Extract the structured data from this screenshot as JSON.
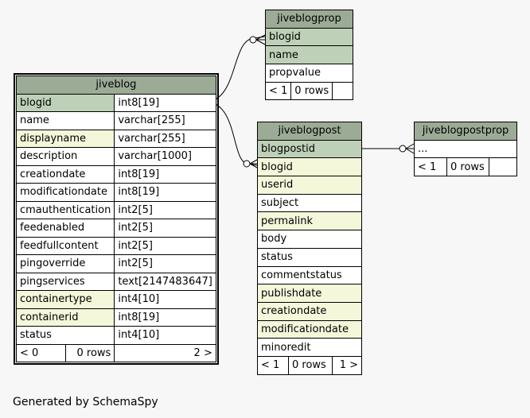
{
  "tables": {
    "jiveblog": {
      "name": "jiveblog",
      "columns": [
        {
          "name": "blogid",
          "type": "int8[19]",
          "kind": "pk"
        },
        {
          "name": "name",
          "type": "varchar[255]",
          "kind": ""
        },
        {
          "name": "displayname",
          "type": "varchar[255]",
          "kind": "fk"
        },
        {
          "name": "description",
          "type": "varchar[1000]",
          "kind": ""
        },
        {
          "name": "creationdate",
          "type": "int8[19]",
          "kind": ""
        },
        {
          "name": "modificationdate",
          "type": "int8[19]",
          "kind": ""
        },
        {
          "name": "cmauthentication",
          "type": "int2[5]",
          "kind": ""
        },
        {
          "name": "feedenabled",
          "type": "int2[5]",
          "kind": ""
        },
        {
          "name": "feedfullcontent",
          "type": "int2[5]",
          "kind": ""
        },
        {
          "name": "pingoverride",
          "type": "int2[5]",
          "kind": ""
        },
        {
          "name": "pingservices",
          "type": "text[2147483647]",
          "kind": ""
        },
        {
          "name": "containertype",
          "type": "int4[10]",
          "kind": "fk"
        },
        {
          "name": "containerid",
          "type": "int8[19]",
          "kind": "fk"
        },
        {
          "name": "status",
          "type": "int4[10]",
          "kind": ""
        }
      ],
      "footer": {
        "parents": "< 0",
        "rows": "0 rows",
        "children": "2 >"
      }
    },
    "jiveblogprop": {
      "name": "jiveblogprop",
      "columns": [
        {
          "name": "blogid",
          "kind": "pk"
        },
        {
          "name": "name",
          "kind": "pk"
        },
        {
          "name": "propvalue",
          "kind": ""
        }
      ],
      "footer": {
        "parents": "< 1",
        "rows": "0 rows",
        "children": ""
      }
    },
    "jiveblogpost": {
      "name": "jiveblogpost",
      "columns": [
        {
          "name": "blogpostid",
          "kind": "pk"
        },
        {
          "name": "blogid",
          "kind": "fk"
        },
        {
          "name": "userid",
          "kind": "fk"
        },
        {
          "name": "subject",
          "kind": ""
        },
        {
          "name": "permalink",
          "kind": "fk"
        },
        {
          "name": "body",
          "kind": ""
        },
        {
          "name": "status",
          "kind": ""
        },
        {
          "name": "commentstatus",
          "kind": ""
        },
        {
          "name": "publishdate",
          "kind": "fk"
        },
        {
          "name": "creationdate",
          "kind": "fk"
        },
        {
          "name": "modificationdate",
          "kind": "fk"
        },
        {
          "name": "minoredit",
          "kind": ""
        }
      ],
      "footer": {
        "parents": "< 1",
        "rows": "0 rows",
        "children": "1 >"
      }
    },
    "jiveblogpostprop": {
      "name": "jiveblogpostprop",
      "columns": [
        {
          "name": "...",
          "kind": ""
        }
      ],
      "footer": {
        "parents": "< 1",
        "rows": "0 rows",
        "children": ""
      }
    }
  },
  "footer_text": "Generated by SchemaSpy"
}
